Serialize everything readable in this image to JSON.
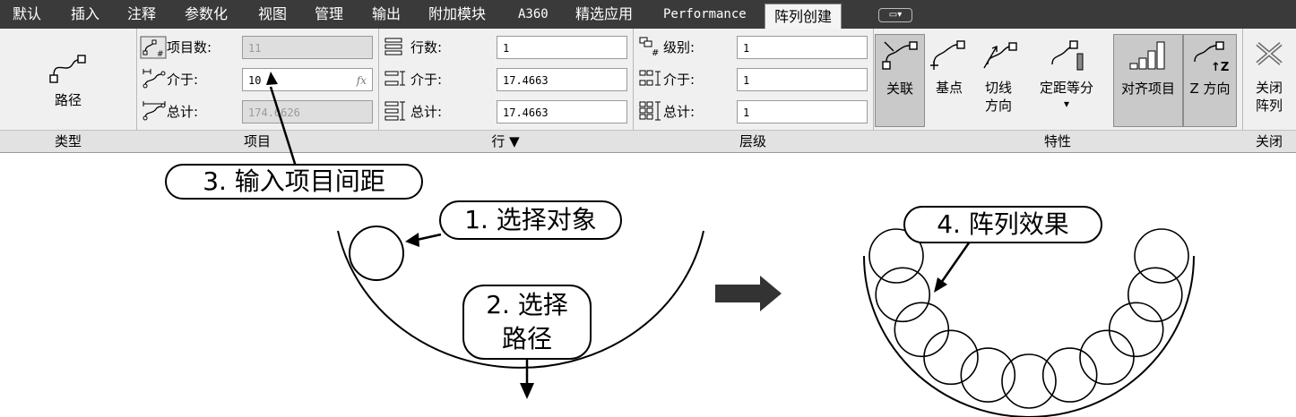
{
  "tabs": [
    {
      "label": "默认"
    },
    {
      "label": "插入"
    },
    {
      "label": "注释"
    },
    {
      "label": "参数化"
    },
    {
      "label": "视图"
    },
    {
      "label": "管理"
    },
    {
      "label": "输出"
    },
    {
      "label": "附加模块"
    },
    {
      "label": "A360"
    },
    {
      "label": "精选应用"
    },
    {
      "label": "Performance"
    },
    {
      "label": "阵列创建"
    }
  ],
  "active_tab": "阵列创建",
  "panels": {
    "type": {
      "title": "类型",
      "button_label": "路径"
    },
    "items": {
      "title": "项目",
      "count_label": "项目数:",
      "count_value": "11",
      "between_label": "介于:",
      "between_value": "10",
      "total_label": "总计:",
      "total_value": "174.6626"
    },
    "rows": {
      "title": "行 ▼",
      "count_label": "行数:",
      "count_value": "1",
      "between_label": "介于:",
      "between_value": "17.4663",
      "total_label": "总计:",
      "total_value": "17.4663"
    },
    "levels": {
      "title": "层级",
      "count_label": "级别:",
      "count_value": "1",
      "between_label": "介于:",
      "between_value": "1",
      "total_label": "总计:",
      "total_value": "1"
    },
    "properties": {
      "title": "特性",
      "associative": "关联",
      "base_point": "基点",
      "tangent_1": "切线",
      "tangent_2": "方向",
      "measure": "定距等分",
      "measure_arrow": "▾",
      "align_items": "对齐项目",
      "z_direction": "Z 方向"
    },
    "close": {
      "title": "关闭",
      "close_1": "关闭",
      "close_2": "阵列"
    }
  },
  "annotations": {
    "step1": "1. 选择对象",
    "step2_line1": "2. 选择",
    "step2_line2": "路径",
    "step3": "3. 输入项目间距",
    "step4": "4. 阵列效果"
  },
  "colors": {
    "tabbar": "#3a3a3a",
    "ribbon": "#f0f0f0",
    "pressed": "#c9c9c9",
    "disabled_field": "#dedede"
  }
}
